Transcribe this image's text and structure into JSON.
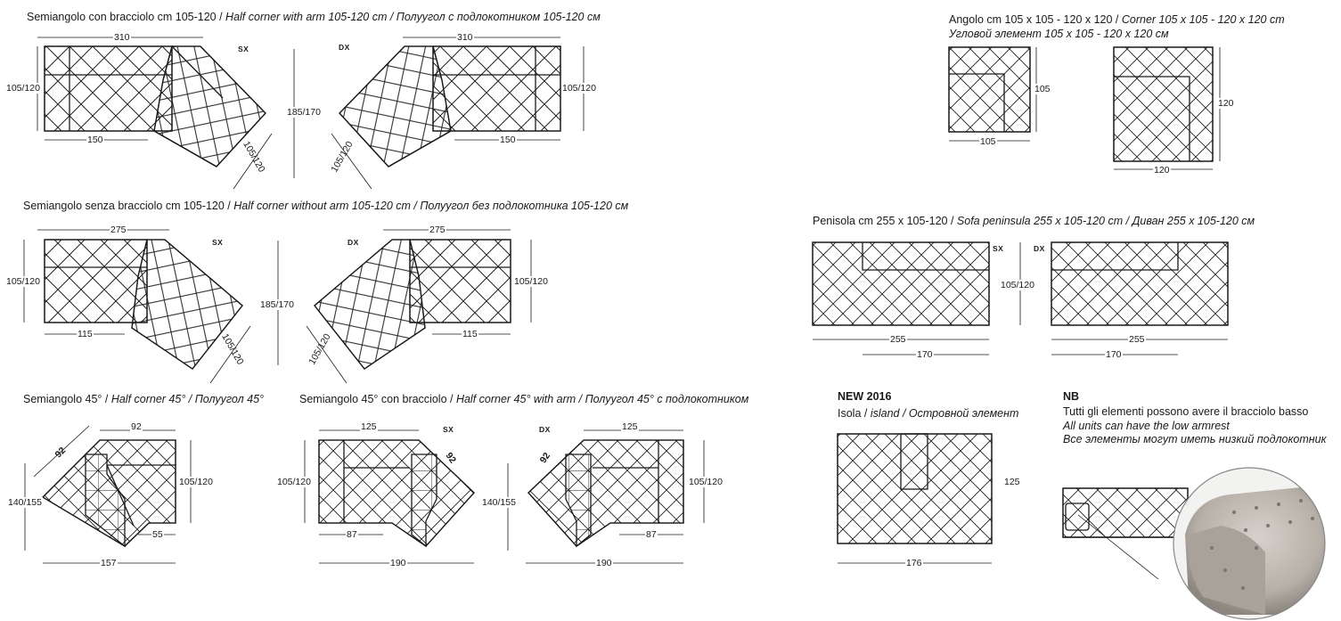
{
  "sections": {
    "half_corner_arm": {
      "it": "Semiangolo con bracciolo cm 105-120 / ",
      "en": "Half corner with arm 105-120 cm",
      "ru": " / Полуугол с подлокотником 105-120 см"
    },
    "half_corner_no_arm": {
      "it": "Semiangolo senza bracciolo cm 105-120 / ",
      "en": "Half corner without arm 105-120 cm",
      "ru": " / Полуугол без подлокотника 105-120 см"
    },
    "half_corner_45": {
      "it": "Semiangolo 45° / ",
      "en": "Half corner 45°",
      "ru": " / Полуугол 45°"
    },
    "half_corner_45_arm": {
      "it": "Semiangolo 45° con bracciolo / ",
      "en": "Half corner 45° with arm",
      "ru": " / Полуугол 45° с подлокотником"
    },
    "corner": {
      "it": "Angolo cm 105 x 105 - 120 x 120 / ",
      "en": "Corner 105 x 105 - 120 x 120 cm",
      "ru": "Угловой элемент 105 x 105 - 120 x 120 см"
    },
    "peninsula": {
      "it": "Penisola cm 255 x 105-120 / ",
      "en": "Sofa peninsula 255 x 105-120 cm",
      "ru": " / Диван 255 x 105-120 см"
    },
    "island": {
      "new": "NEW 2016",
      "it": "Isola / ",
      "en": "island",
      "ru": " / Островной элемент"
    },
    "note": {
      "title": "NB",
      "it": "Tutti gli elementi possono avere il bracciolo basso",
      "en": "All units can have the low armrest",
      "ru": "Все элементы могут иметь низкий подлокотник"
    }
  },
  "sides": {
    "sx": "SX",
    "dx": "DX"
  },
  "dims": {
    "d310": "310",
    "d150": "150",
    "d105_120": "105/120",
    "d185_170": "185/170",
    "d275": "275",
    "d115": "115",
    "d92": "92",
    "d140_155": "140/155",
    "d55": "55",
    "d157": "157",
    "d125": "125",
    "d87": "87",
    "d190": "190",
    "d105": "105",
    "d120": "120",
    "d255": "255",
    "d170": "170",
    "d176": "176"
  }
}
